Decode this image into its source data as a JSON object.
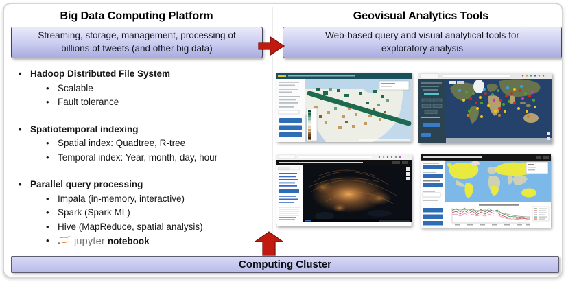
{
  "slide": {
    "left": {
      "title": "Big Data Computing Platform",
      "summary": "Streaming, storage, management, processing of billions of tweets (and other big data)",
      "sections": [
        {
          "heading": "Hadoop Distributed File System",
          "items": [
            "Scalable",
            "Fault tolerance"
          ]
        },
        {
          "heading": "Spatiotemporal indexing",
          "items": [
            "Spatial index: Quadtree, R-tree",
            "Temporal index: Year, month, day, hour"
          ]
        },
        {
          "heading": "Parallel query processing",
          "items": [
            "Impala (in-memory, interactive)",
            "Spark (Spark ML)",
            "Hive (MapReduce, spatial analysis)"
          ]
        }
      ],
      "jupyter": {
        "brand": "jupyter",
        "word": "notebook"
      }
    },
    "right": {
      "title": "Geovisual Analytics Tools",
      "summary": "Web-based query and visual analytical tools for exploratory analysis",
      "screenshots": [
        {
          "name": "us-county-choropleth-map-app"
        },
        {
          "name": "world-map-colored-symbol-dots-app"
        },
        {
          "name": "dark-flow-density-map-app"
        },
        {
          "name": "world-choropleth-with-timeline-chart-app"
        }
      ]
    },
    "bottom": {
      "label": "Computing Cluster"
    },
    "colors": {
      "pill_gradient_top": "#e9eaf9",
      "pill_gradient_bottom": "#a9acde",
      "pill_border": "#43435e",
      "arrow_red": "#c21a0f",
      "arrow_red_outline": "#7e120a",
      "jupyter_orange": "#f37726"
    }
  }
}
